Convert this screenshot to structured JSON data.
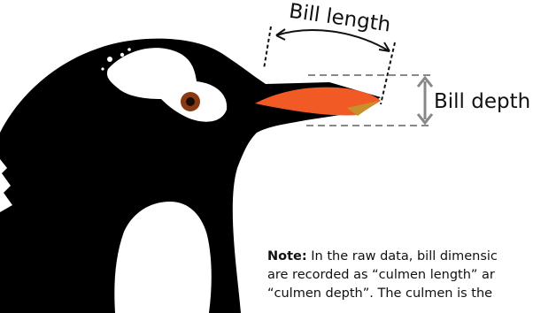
{
  "labels": {
    "bill_length": "Bill length",
    "bill_depth": "Bill depth"
  },
  "note": {
    "lead": "Note:",
    "line1": " In the raw data, bill dimensic",
    "line2": "are recorded as “culmen length” ar",
    "line3": "“culmen depth”. The culmen is the"
  },
  "colors": {
    "head": "#000000",
    "white_patch": "#ffffff",
    "bill": "#f15a24",
    "bill_tip": "#c8902a",
    "eye_iris": "#8a3a12",
    "measure_line": "#888888",
    "bracket_line": "#111111"
  }
}
